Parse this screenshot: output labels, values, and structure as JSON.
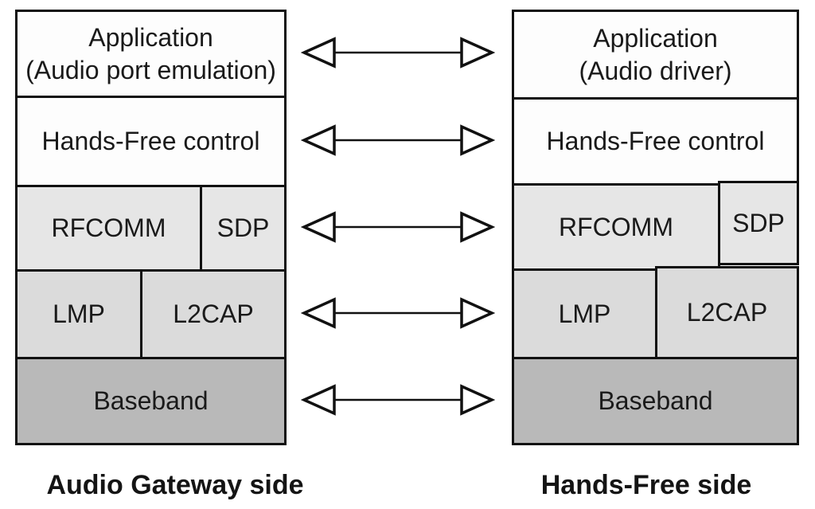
{
  "left_tower": {
    "caption": "Audio Gateway side",
    "application_line1": "Application",
    "application_line2": "(Audio port emulation)",
    "hands_free_control": "Hands-Free control",
    "rfcomm": "RFCOMM",
    "sdp": "SDP",
    "lmp": "LMP",
    "l2cap": "L2CAP",
    "baseband": "Baseband"
  },
  "right_tower": {
    "caption": "Hands-Free side",
    "application_line1": "Application",
    "application_line2": "(Audio driver)",
    "hands_free_control": "Hands-Free control",
    "rfcomm": "RFCOMM",
    "sdp": "SDP",
    "lmp": "LMP",
    "l2cap": "L2CAP",
    "baseband": "Baseband"
  },
  "icons": {
    "layer_link": "bidirectional-open-triangle-arrow",
    "arrow_count": 5
  },
  "colors": {
    "border": "#111111",
    "white_layer_fill": "#fdfdfd",
    "rfcomm_sdp_fill": "#e6e6e6",
    "lmp_l2cap_fill": "#dbdbdb",
    "baseband_fill": "#b9b9b9",
    "text": "#1a1a1a",
    "background": "#ffffff"
  }
}
